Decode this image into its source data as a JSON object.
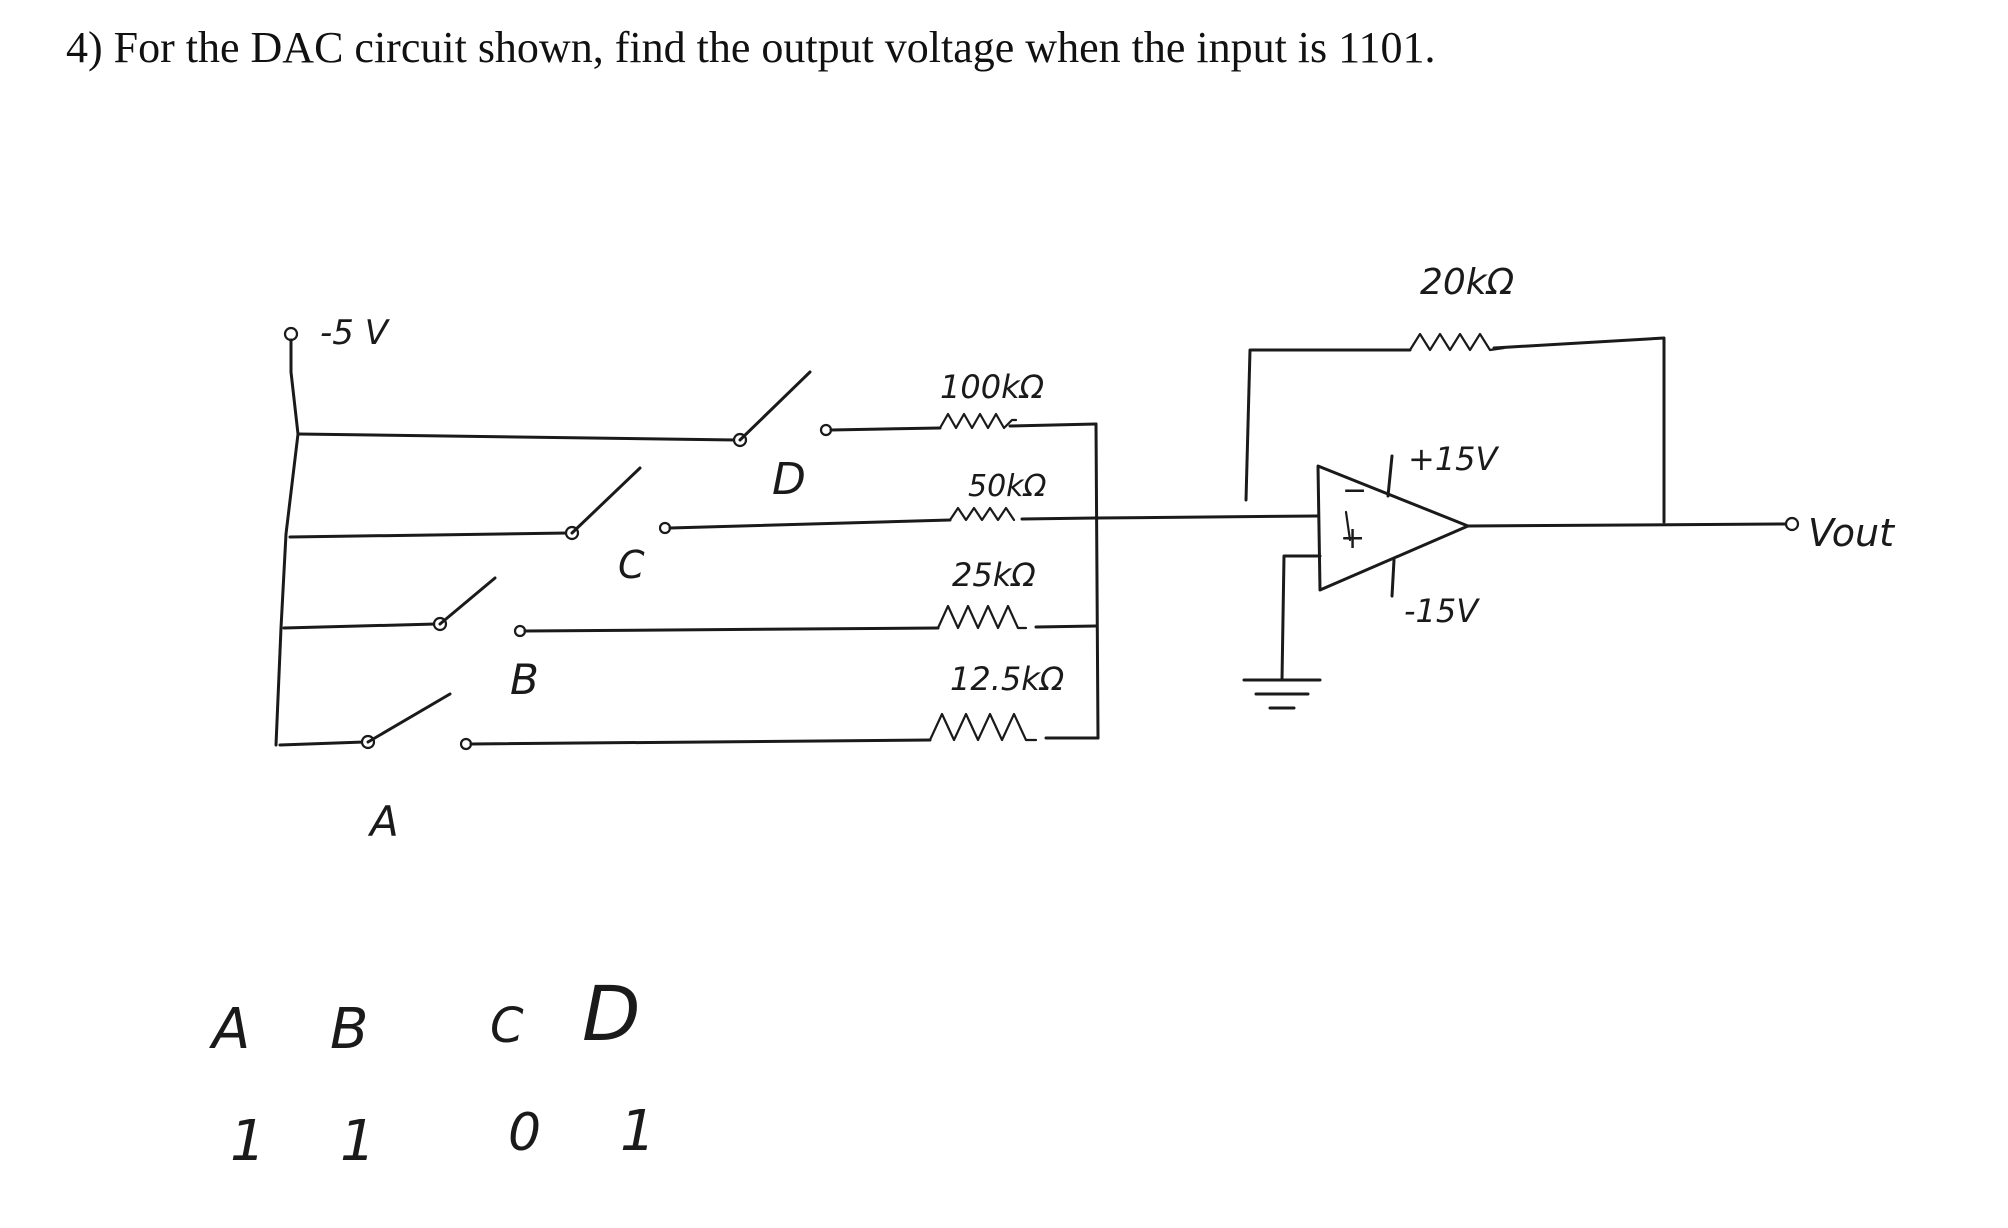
{
  "question": "4) For the DAC circuit shown, find the output voltage when the input is 1101.",
  "circuit": {
    "source": "-5 V",
    "resistors": {
      "r1": "100kΩ",
      "r2": "50kΩ",
      "r3": "25kΩ",
      "r4": "12.5kΩ",
      "feedback": "20kΩ"
    },
    "switches": {
      "a": "A",
      "b": "B",
      "c": "C",
      "d": "D"
    },
    "opamp": {
      "plus_supply": "+15V",
      "minus_supply": "-15V",
      "inv": "−",
      "noninv": "+"
    },
    "output": "Vout"
  },
  "table": {
    "headers": [
      "A",
      "B",
      "C",
      "D"
    ],
    "values": [
      "1",
      "1",
      "0",
      "1"
    ]
  }
}
